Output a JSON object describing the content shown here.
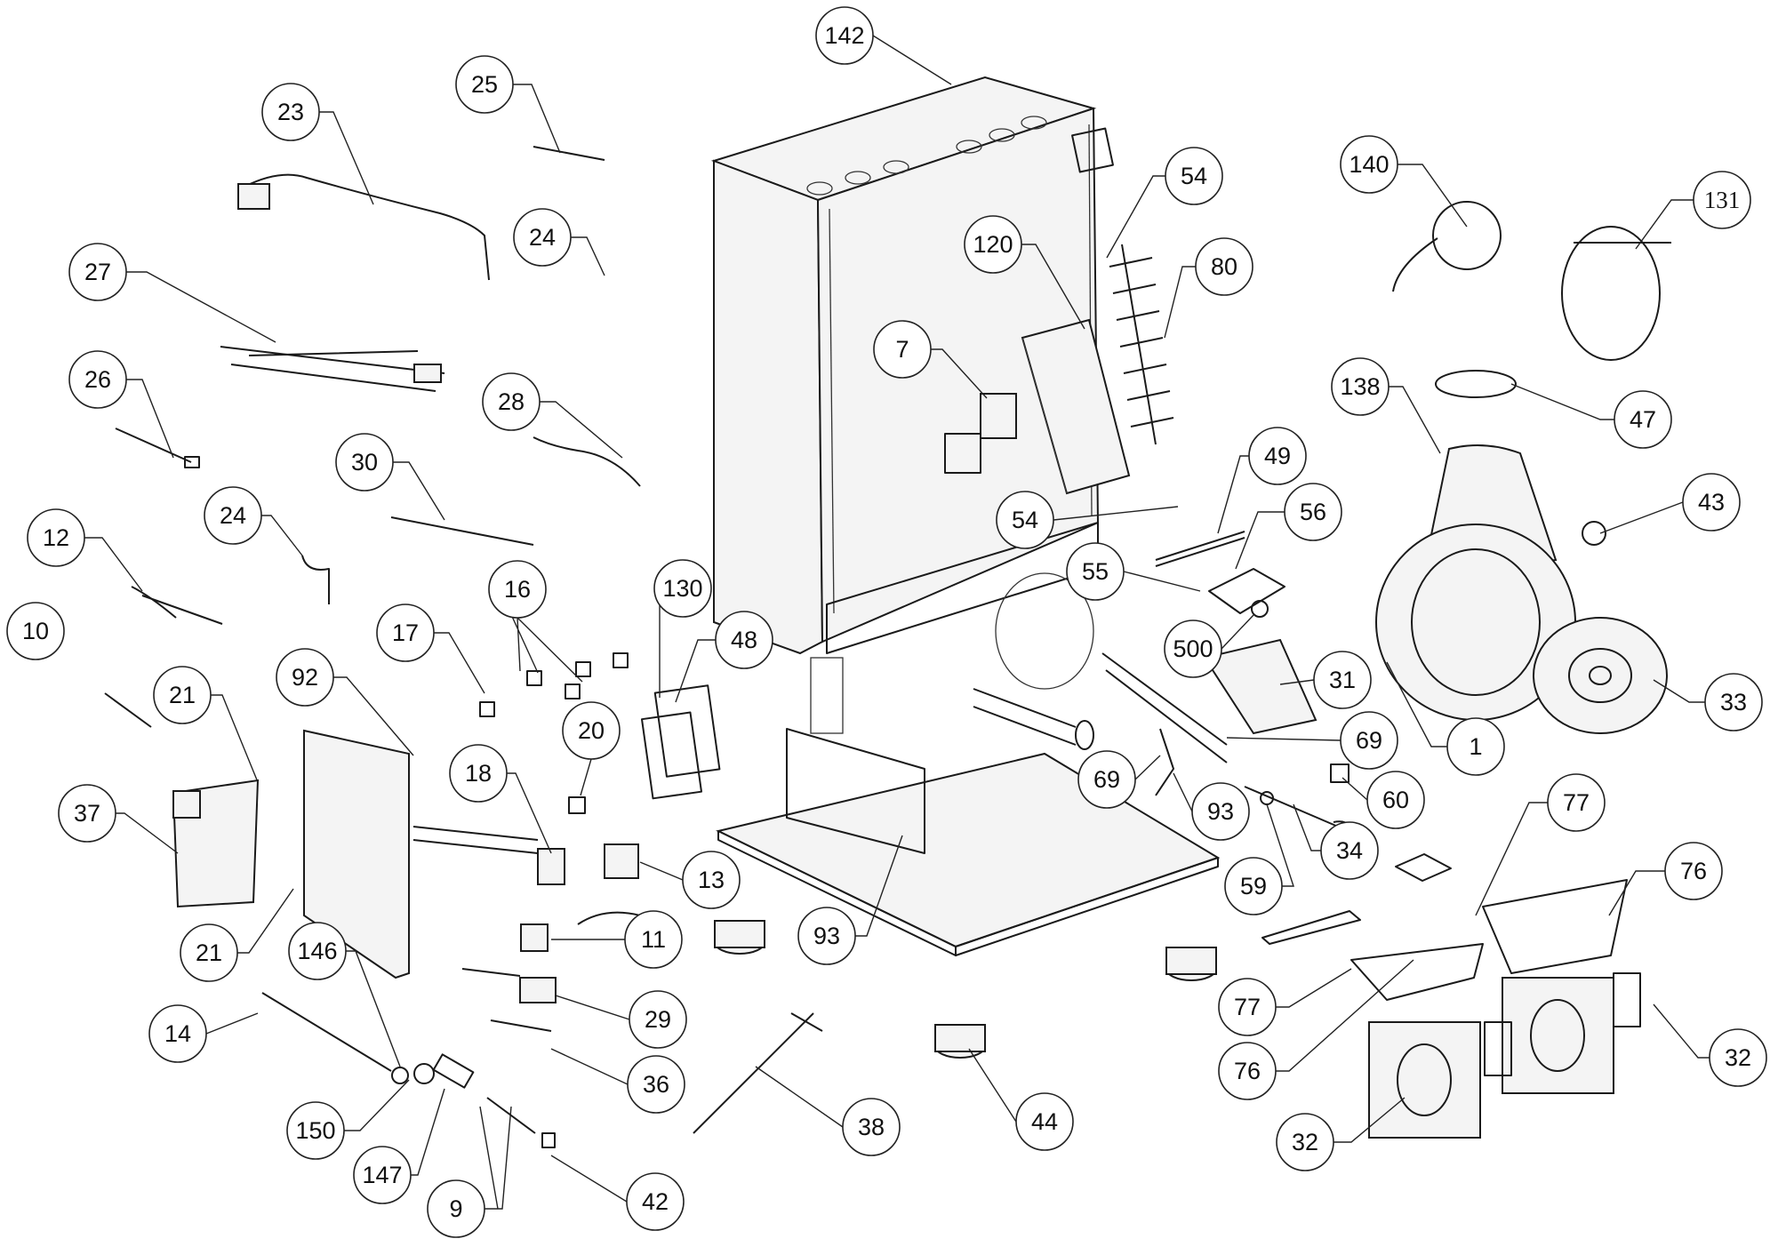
{
  "labels": [
    {
      "id": "l142",
      "text": "142"
    },
    {
      "id": "l25",
      "text": "25"
    },
    {
      "id": "l23",
      "text": "23"
    },
    {
      "id": "l24a",
      "text": "24"
    },
    {
      "id": "l27",
      "text": "27"
    },
    {
      "id": "l26",
      "text": "26"
    },
    {
      "id": "l28",
      "text": "28"
    },
    {
      "id": "l30",
      "text": "30"
    },
    {
      "id": "l24b",
      "text": "24"
    },
    {
      "id": "l12",
      "text": "12"
    },
    {
      "id": "l10",
      "text": "10"
    },
    {
      "id": "l21a",
      "text": "21"
    },
    {
      "id": "l92",
      "text": "92"
    },
    {
      "id": "l17",
      "text": "17"
    },
    {
      "id": "l16",
      "text": "16"
    },
    {
      "id": "l130",
      "text": "130"
    },
    {
      "id": "l48",
      "text": "48"
    },
    {
      "id": "l20",
      "text": "20"
    },
    {
      "id": "l18",
      "text": "18"
    },
    {
      "id": "l37",
      "text": "37"
    },
    {
      "id": "l21b",
      "text": "21"
    },
    {
      "id": "l13",
      "text": "13"
    },
    {
      "id": "l11",
      "text": "11"
    },
    {
      "id": "l146",
      "text": "146"
    },
    {
      "id": "l14",
      "text": "14"
    },
    {
      "id": "l29",
      "text": "29"
    },
    {
      "id": "l36",
      "text": "36"
    },
    {
      "id": "l150",
      "text": "150"
    },
    {
      "id": "l147",
      "text": "147"
    },
    {
      "id": "l9",
      "text": "9"
    },
    {
      "id": "l42",
      "text": "42"
    },
    {
      "id": "l38",
      "text": "38"
    },
    {
      "id": "l93a",
      "text": "93"
    },
    {
      "id": "l44",
      "text": "44"
    },
    {
      "id": "l7",
      "text": "7"
    },
    {
      "id": "l120",
      "text": "120"
    },
    {
      "id": "l54a",
      "text": "54"
    },
    {
      "id": "l80",
      "text": "80"
    },
    {
      "id": "l54b",
      "text": "54"
    },
    {
      "id": "l49",
      "text": "49"
    },
    {
      "id": "l56",
      "text": "56"
    },
    {
      "id": "l55",
      "text": "55"
    },
    {
      "id": "l500",
      "text": "500"
    },
    {
      "id": "l31",
      "text": "31"
    },
    {
      "id": "l69a",
      "text": "69"
    },
    {
      "id": "l69b",
      "text": "69"
    },
    {
      "id": "l93b",
      "text": "93"
    },
    {
      "id": "l60",
      "text": "60"
    },
    {
      "id": "l34",
      "text": "34"
    },
    {
      "id": "l59",
      "text": "59"
    },
    {
      "id": "l77a",
      "text": "77"
    },
    {
      "id": "l77b",
      "text": "77"
    },
    {
      "id": "l76a",
      "text": "76"
    },
    {
      "id": "l76b",
      "text": "76"
    },
    {
      "id": "l32a",
      "text": "32"
    },
    {
      "id": "l32b",
      "text": "32"
    },
    {
      "id": "l140",
      "text": "140"
    },
    {
      "id": "l131",
      "text": "131"
    },
    {
      "id": "l138",
      "text": "138"
    },
    {
      "id": "l47",
      "text": "47"
    },
    {
      "id": "l43",
      "text": "43"
    },
    {
      "id": "l1",
      "text": "1"
    },
    {
      "id": "l33",
      "text": "33"
    }
  ]
}
